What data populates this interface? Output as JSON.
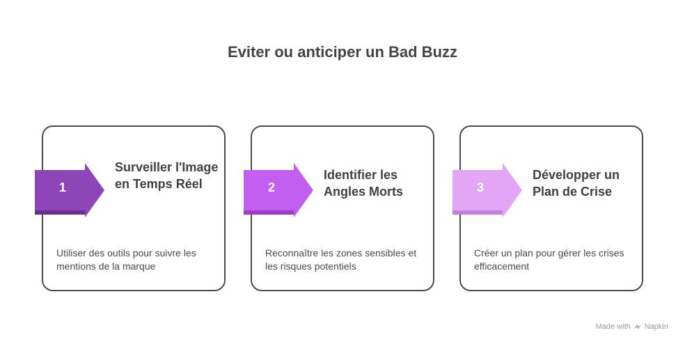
{
  "title": "Eviter ou anticiper un Bad Buzz",
  "steps": [
    {
      "number": "1",
      "heading": "Surveiller l'Image en Temps Réel",
      "description": "Utiliser des outils pour suivre les mentions de la marque",
      "color": "#8e45b8",
      "shadow": "#6a2d8f"
    },
    {
      "number": "2",
      "heading": "Identifier les Angles Morts",
      "description": "Reconnaître les zones sensibles et les risques potentiels",
      "color": "#c25ef0",
      "shadow": "#9a3cc8"
    },
    {
      "number": "3",
      "heading": "Développer un Plan de Crise",
      "description": "Créer un plan pour gérer les crises efficacement",
      "color": "#e3a6f7",
      "shadow": "#c47edf"
    }
  ],
  "footer": {
    "made_with": "Made with",
    "brand": "Napkin",
    "brand_icon": "napkin-logo-icon"
  }
}
